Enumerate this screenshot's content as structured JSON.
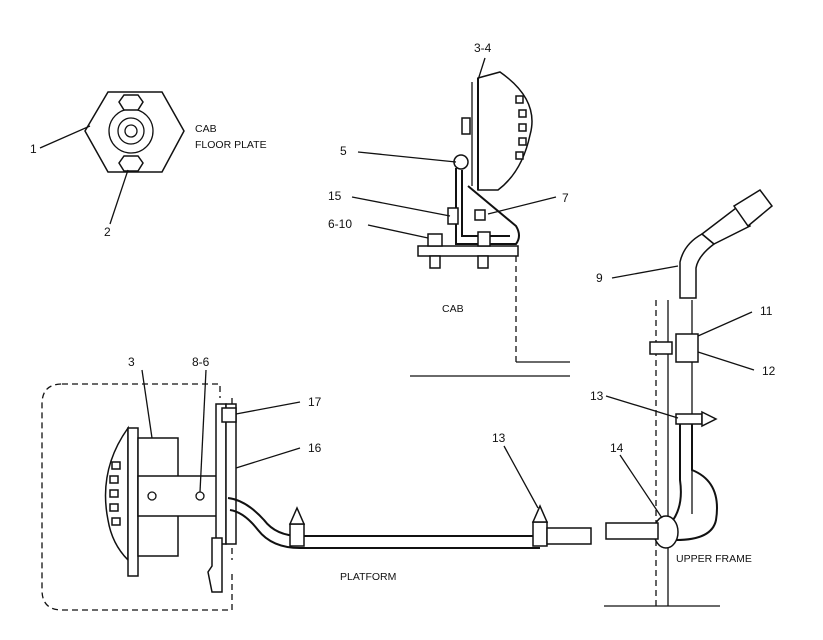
{
  "callouts": {
    "c1": "1",
    "c2": "2",
    "c3_4": "3-4",
    "c5": "5",
    "c15": "15",
    "c6_10": "6-10",
    "c7": "7",
    "c9": "9",
    "c11": "11",
    "c12": "12",
    "c13_right": "13",
    "c14": "14",
    "c3": "3",
    "c8_6": "8-6",
    "c17": "17",
    "c16": "16",
    "c13_mid": "13"
  },
  "labels": {
    "cab_floor_line1": "CAB",
    "cab_floor_line2": "FLOOR PLATE",
    "cab": "CAB",
    "platform": "PLATFORM",
    "upper_frame": "UPPER FRAME"
  }
}
